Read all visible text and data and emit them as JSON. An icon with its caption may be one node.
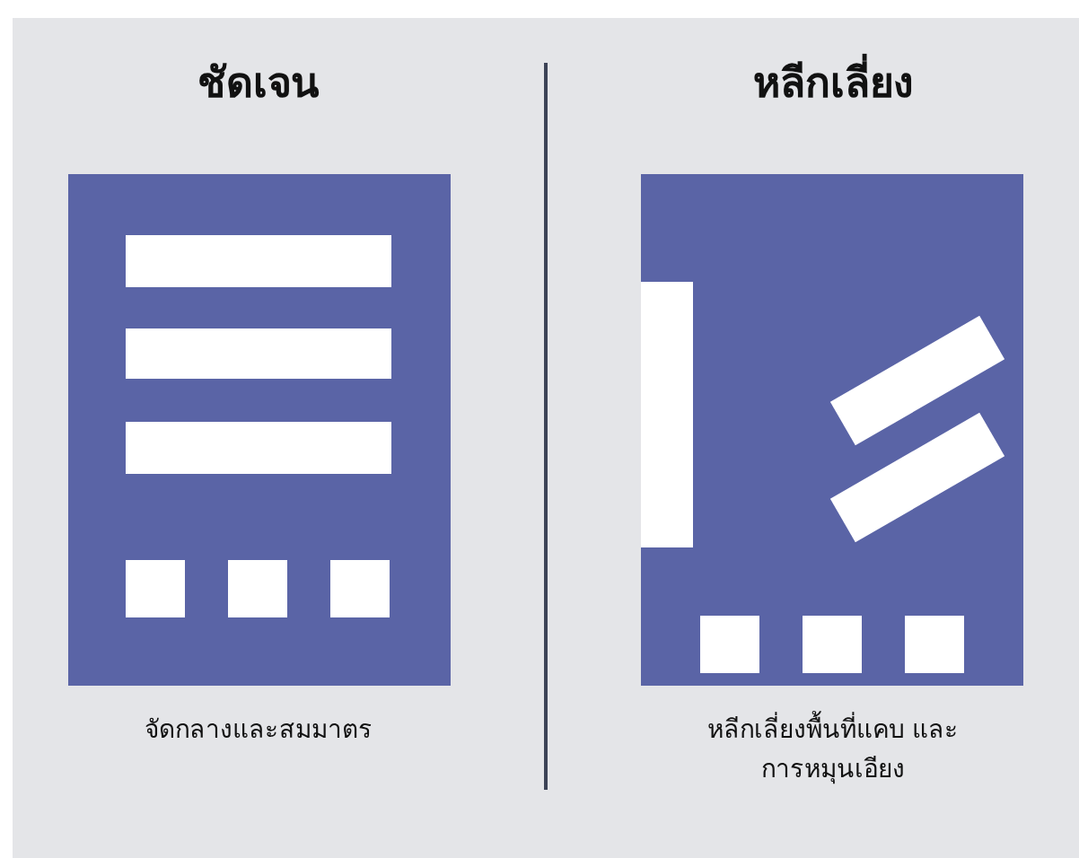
{
  "diagram": {
    "nodes": [
      {
        "text": [
          "ชัดเจน"
        ],
        "beside": [
          "จัดกลางและสมมาตร"
        ]
      },
      {
        "text": [
          "หลีกเลี่ยง"
        ],
        "beside": [
          "หลีกเลี่ยงพื้นที่แคบ และการหมุนเอียง"
        ]
      }
    ]
  }
}
